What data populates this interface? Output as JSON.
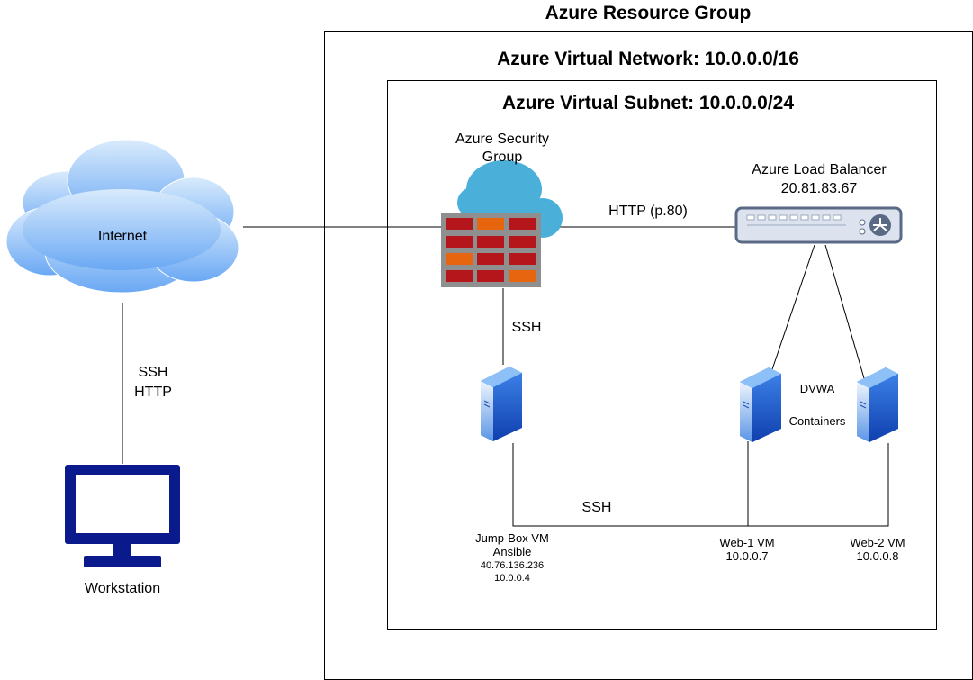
{
  "groups": {
    "resource_group": "Azure Resource Group",
    "virtual_network": "Azure Virtual Network: 10.0.0.0/16",
    "virtual_subnet": "Azure Virtual Subnet: 10.0.0.0/24"
  },
  "nodes": {
    "internet": {
      "label": "Internet",
      "icon": "cloud-icon"
    },
    "workstation": {
      "label": "Workstation",
      "icon": "monitor-icon"
    },
    "security_group": {
      "line1": "Azure Security",
      "line2": "Group",
      "icon": "firewall-icon"
    },
    "load_balancer": {
      "line1": "Azure Load Balancer",
      "line2": "20.81.83.67",
      "icon": "load-balancer-icon"
    },
    "jump_box": {
      "line1": "Jump-Box VM",
      "line2": "Ansible",
      "line3": "40.76.136.236",
      "line4": "10.0.0.4",
      "icon": "server-icon"
    },
    "web1": {
      "line1": "Web-1 VM",
      "line2": "10.0.0.7",
      "icon": "server-icon"
    },
    "web2": {
      "line1": "Web-2 VM",
      "line2": "10.0.0.8",
      "icon": "server-icon"
    }
  },
  "annotations": {
    "dvwa": "DVWA",
    "containers": "Containers"
  },
  "edges": {
    "internet_workstation_line1": "SSH",
    "internet_workstation_line2": "HTTP",
    "firewall_to_lb": "HTTP (p.80)",
    "firewall_to_jumpbox": "SSH",
    "jumpbox_to_webs": "SSH"
  },
  "colors": {
    "cloud_light": "#d2e6fb",
    "cloud_dark": "#6aa8f4",
    "monitor": "#0a1a8c",
    "firewall_red": "#b5161c",
    "firewall_orange": "#e8650f",
    "firewall_frame": "#888888",
    "sg_cloud": "#4ab0da",
    "server_blue": "#1565d8",
    "server_light": "#e8f1fc"
  }
}
